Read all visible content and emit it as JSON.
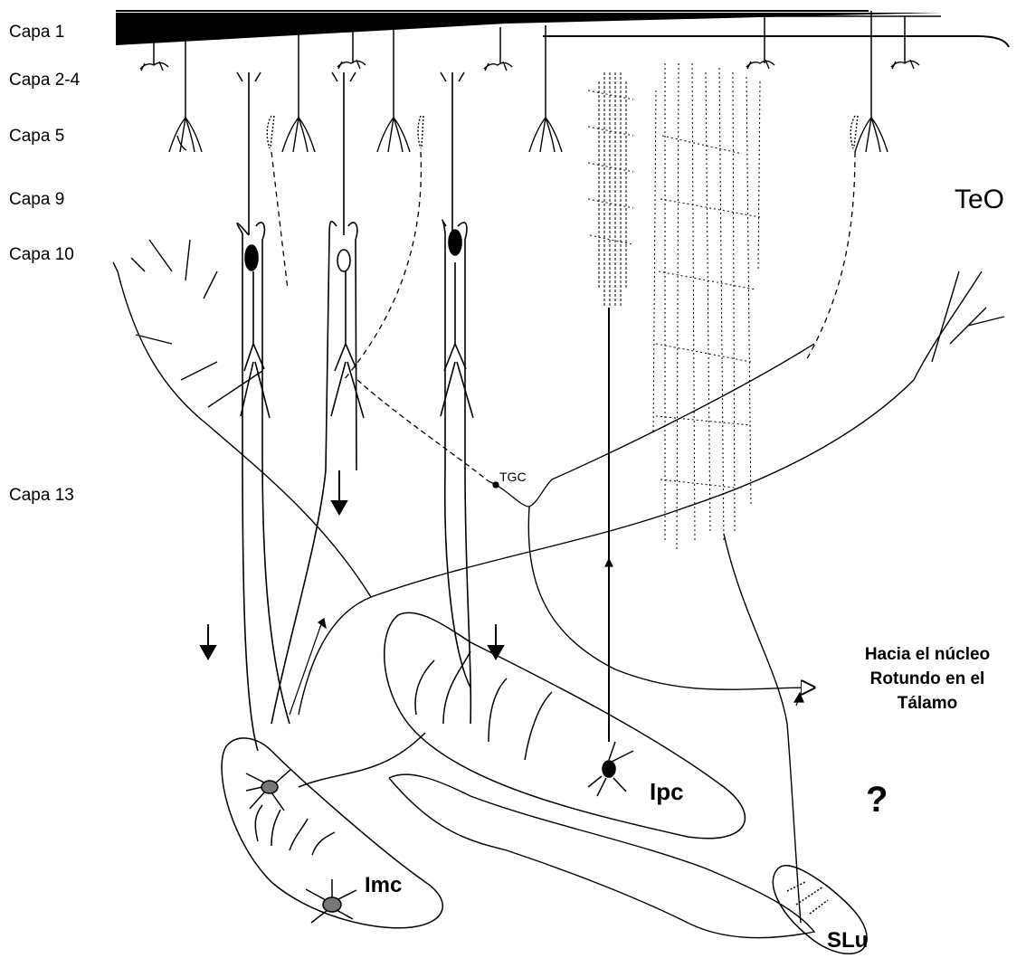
{
  "layers": {
    "capa_1": "Capa 1",
    "capa_2_4": "Capa 2-4",
    "capa_5": "Capa 5",
    "capa_9": "Capa 9",
    "capa_10": "Capa 10",
    "capa_13": "Capa 13"
  },
  "regions": {
    "teo": "TeO",
    "tgc": "TGC",
    "imc": "Imc",
    "ipc": "Ipc",
    "slu": "SLu",
    "question_mark": "?"
  },
  "projection_target": {
    "line1": "Hacia el núcleo",
    "line2": "Rotundo en el",
    "line3": "Tálamo"
  },
  "colors": {
    "stroke": "#000000",
    "background": "#ffffff"
  }
}
